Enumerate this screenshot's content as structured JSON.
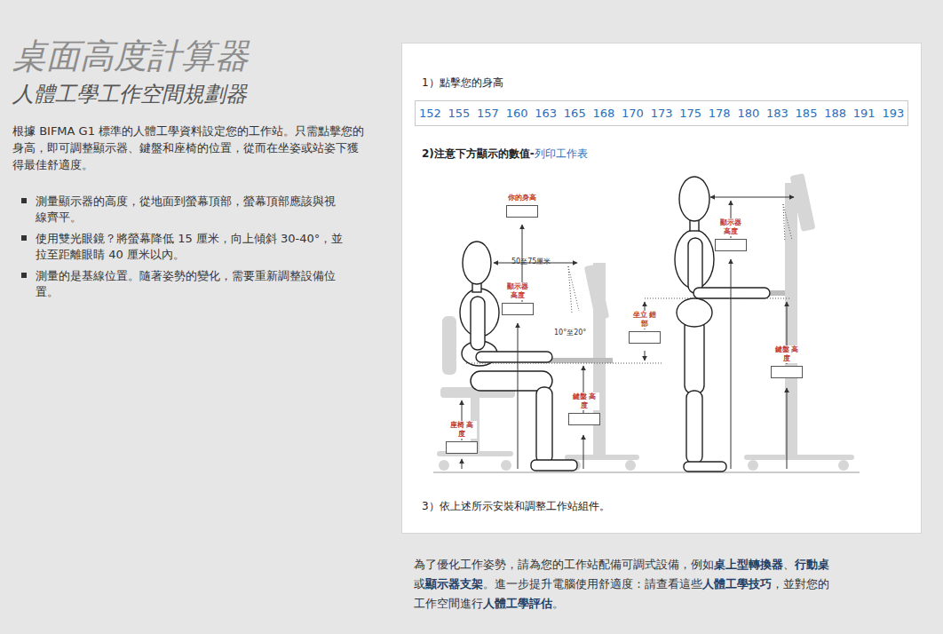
{
  "diagram": {
    "title": "桌面高度計算器",
    "nodes": [
      {
        "text": [
          "1）點擊您的身高",
          "2)注意下方顯示的數值-",
          "列印工作表",
          "3）依上述所示安裝和調整工作站組件。"
        ]
      },
      {
        "text": [
          "152",
          "155",
          "157",
          "160",
          "163",
          "165",
          "168",
          "170",
          "173",
          "175",
          "178",
          "180",
          "183",
          "185",
          "188",
          "191",
          "193"
        ],
        "in": 0
      },
      {
        "text": [
          "你的身高"
        ],
        "in": 0
      },
      {
        "text": [
          "顯示器 高度"
        ],
        "in": 0
      },
      {
        "text": [
          "坐立 錯部"
        ],
        "in": 0
      },
      {
        "text": [
          "鍵盤 高度"
        ],
        "in": 0
      },
      {
        "text": [
          "座椅 高度"
        ],
        "in": 0
      },
      {
        "text": [
          "顯示器 高度"
        ],
        "in": 0
      },
      {
        "text": [
          "鍵盤 高度"
        ],
        "in": 0
      }
    ],
    "labels": [
      "人體工學工作空間規劃器",
      "根據 BIFMA G1 標準的人體工學資料設定您的工作站。只需點擊您的身高，即可調整顯示器、鍵盤和座椅的位置，從而在坐姿或站姿下獲得最佳舒適度。",
      "測量顯示器的高度，從地面到螢幕頂部，螢幕頂部應該與視線齊平。",
      "使用雙光眼鏡？將螢幕降低 15 厘米，向上傾斜 30-40°，並拉至距離眼睛 40 厘米以內。",
      "測量的是基線位置。隨著姿勢的變化，需要重新調整設備位置。",
      "50至75厘米",
      "10°至20°",
      "為了優化工作姿勢，請為您的工作站配備可調式設備，例如",
      "桌上型轉換器",
      "、",
      "行動桌",
      "或",
      "顯示器支架",
      "。進一步提升電腦使用舒適度：請查看這些",
      "人體工學技巧",
      "，並對您的工作空間進行",
      "人體工學評估",
      "。"
    ]
  }
}
